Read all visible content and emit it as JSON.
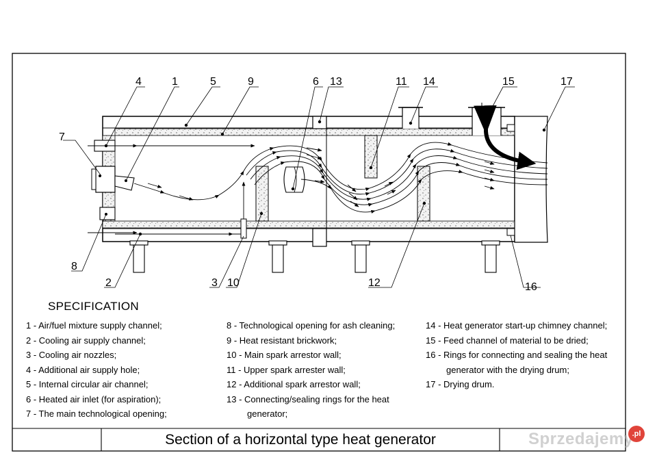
{
  "labels": [
    "4",
    "1",
    "5",
    "9",
    "6",
    "13",
    "11",
    "14",
    "15",
    "17",
    "7",
    "8",
    "2",
    "3",
    "10",
    "12",
    "16"
  ],
  "specification": {
    "title": "SPECIFICATION",
    "col_a": [
      "1 - Air/fuel mixture supply channel;",
      "2 - Cooling air supply channel;",
      "3 - Cooling air nozzles;",
      "4 - Additional air supply hole;",
      "5 - Internal circular air channel;",
      "6 - Heated air inlet (for aspiration);",
      "7 - The main technological opening;"
    ],
    "col_b": [
      "8 - Technological opening for ash cleaning;",
      "9 - Heat resistant brickwork;",
      "10 - Main spark arrestor wall;",
      "11 - Upper spark arrester wall;",
      "12 - Additional spark arrestor wall;",
      "13 - Connecting/sealing rings for the heat",
      "generator;"
    ],
    "col_c": [
      "14 - Heat generator start-up chimney channel;",
      "15 - Feed channel of material to be dried;",
      "16 - Rings for connecting and sealing the heat",
      "generator with the drying drum;",
      "17 - Drying drum."
    ]
  },
  "title_block": {
    "title": "Section of a horizontal type heat generator"
  },
  "watermark": {
    "text": "Sprzedajemy",
    "badge": ".pl"
  }
}
